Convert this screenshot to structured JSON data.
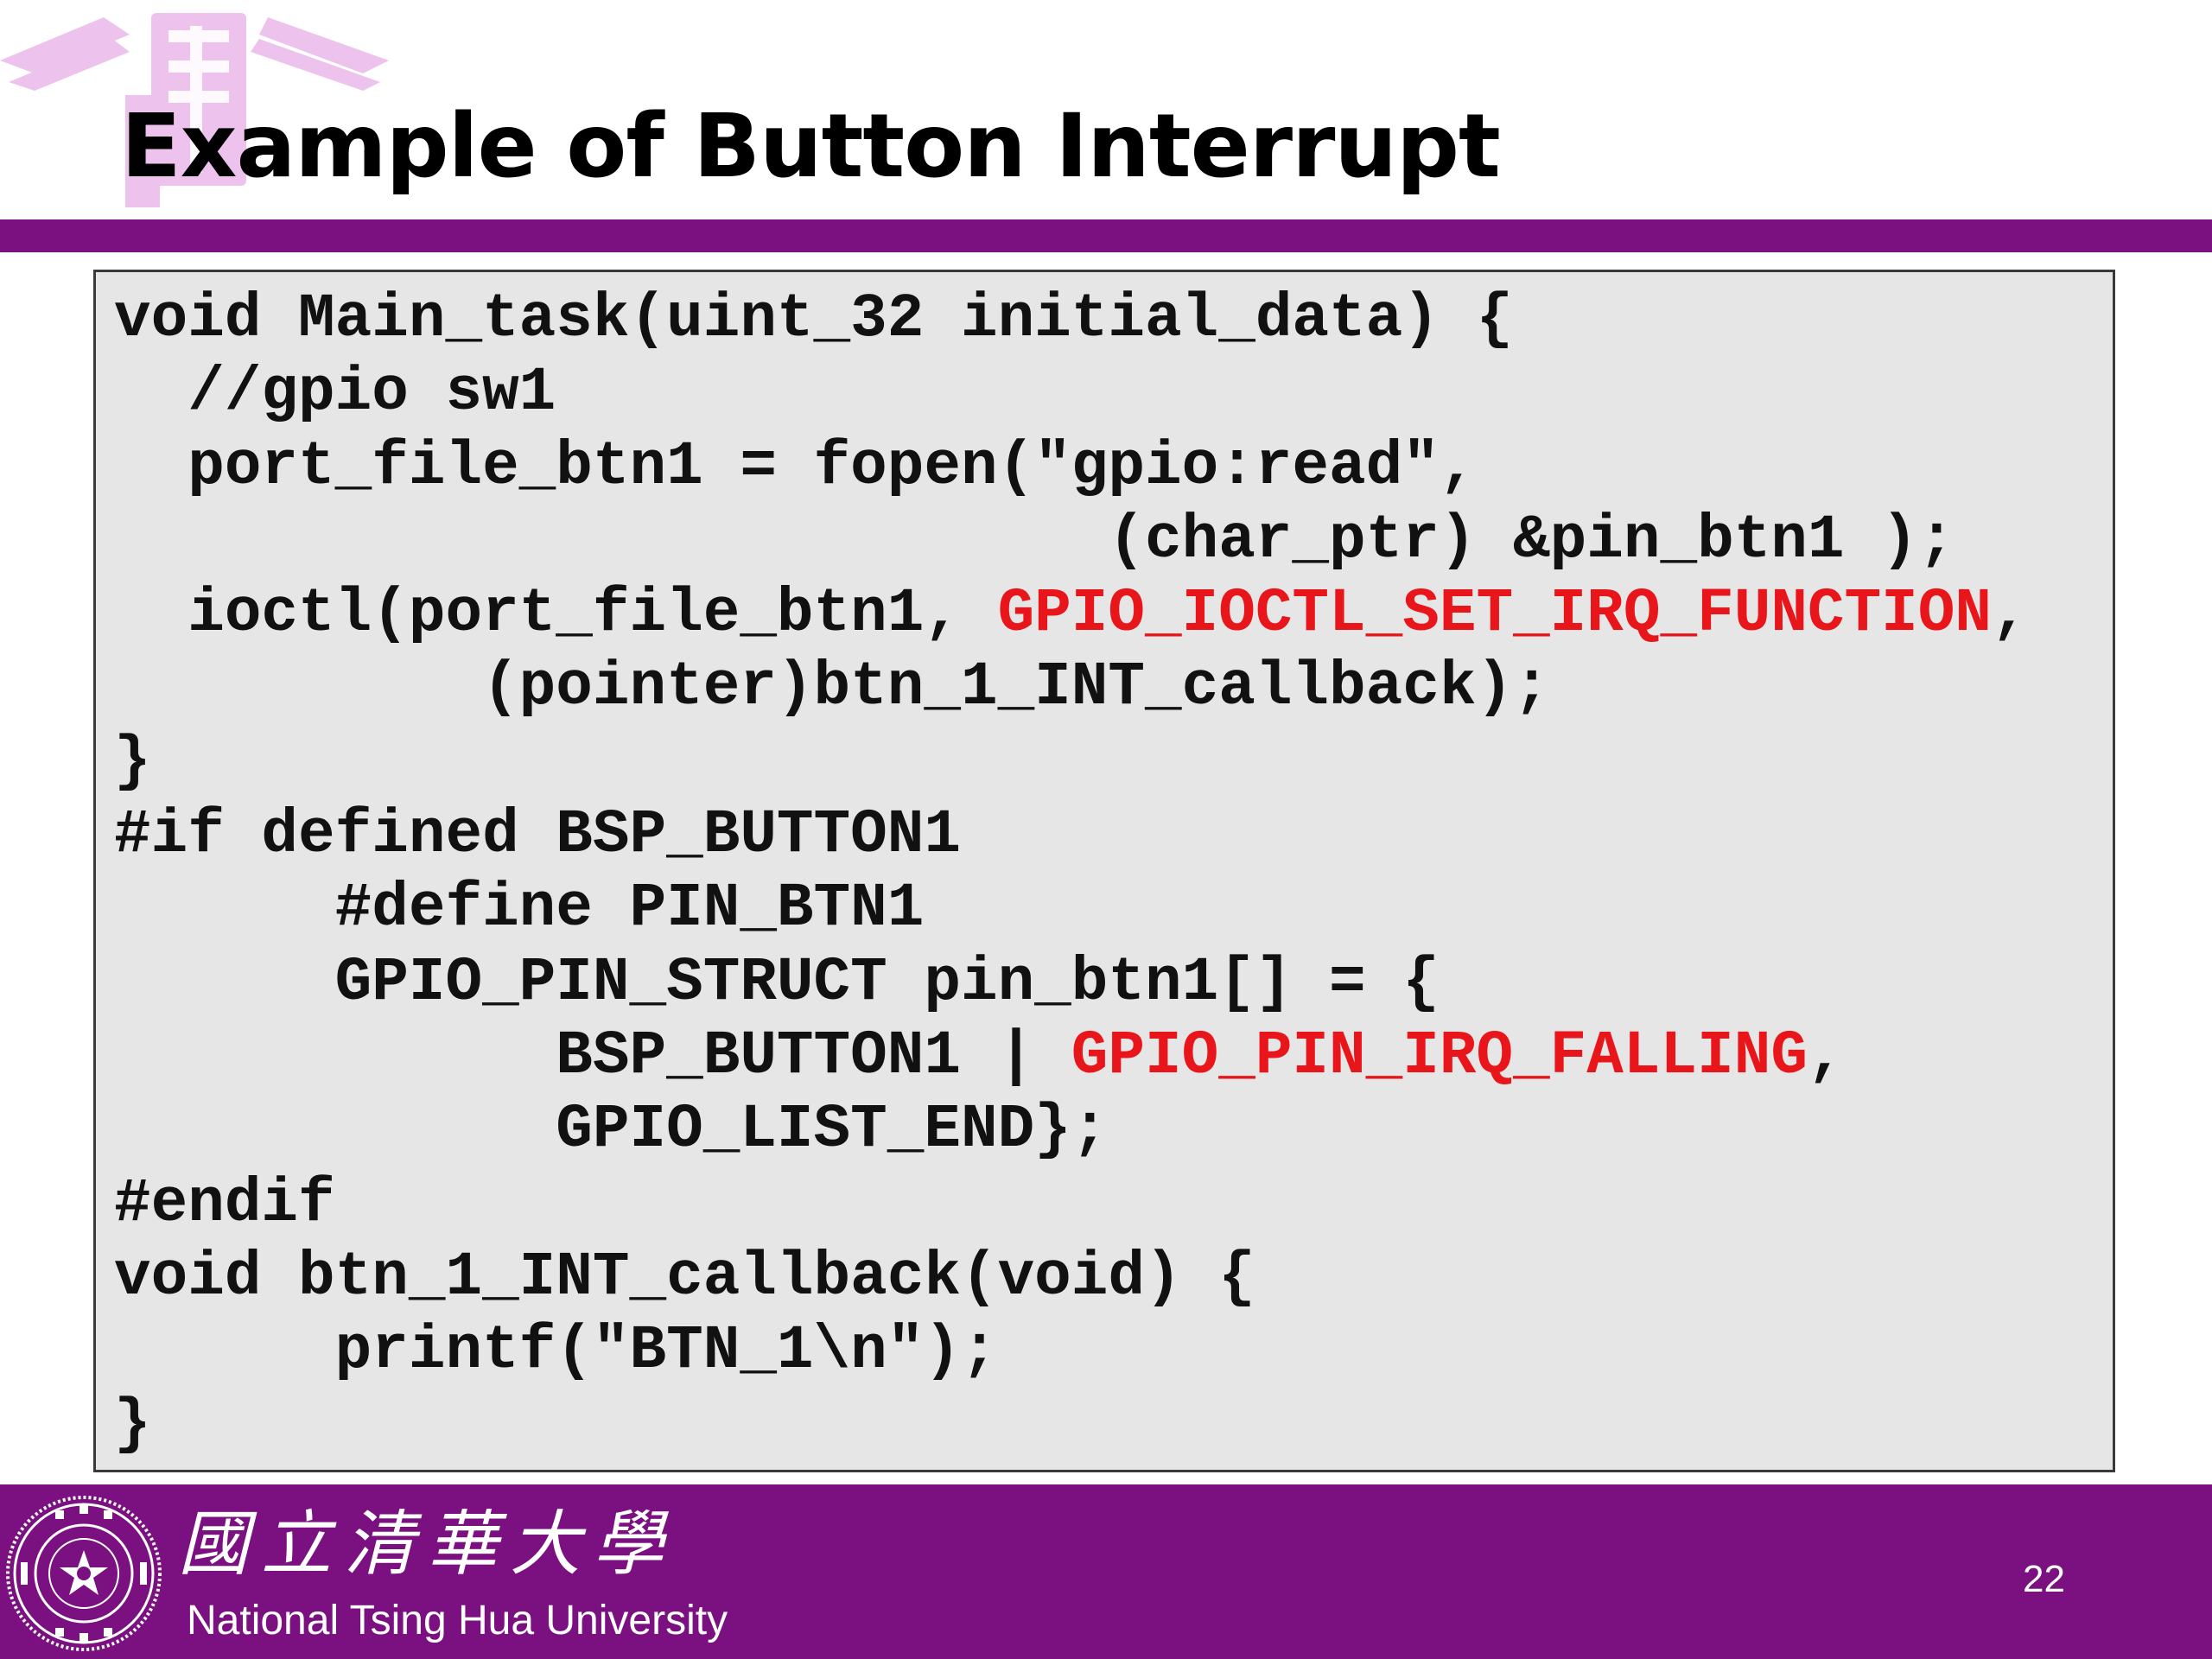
{
  "slide": {
    "title": "Example of Button Interrupt",
    "page_number": "22"
  },
  "code": {
    "lines": [
      [
        {
          "t": "void Main_task(uint_32 initial_data) {"
        }
      ],
      [
        {
          "t": "  //gpio sw1"
        }
      ],
      [
        {
          "t": "  port_file_btn1 = fopen(\"gpio:read\","
        }
      ],
      [
        {
          "t": "                           (char_ptr) &pin_btn1 );"
        }
      ],
      [
        {
          "t": "  ioctl(port_file_btn1, "
        },
        {
          "t": "GPIO_IOCTL_SET_IRQ_FUNCTION",
          "hl": true
        },
        {
          "t": ","
        }
      ],
      [
        {
          "t": "          (pointer)btn_1_INT_callback);"
        }
      ],
      [
        {
          "t": "}"
        }
      ],
      [
        {
          "t": "#if defined BSP_BUTTON1"
        }
      ],
      [
        {
          "t": "      #define PIN_BTN1"
        }
      ],
      [
        {
          "t": "      GPIO_PIN_STRUCT pin_btn1[] = {"
        }
      ],
      [
        {
          "t": "            BSP_BUTTON1 | "
        },
        {
          "t": "GPIO_PIN_IRQ_FALLING",
          "hl": true
        },
        {
          "t": ","
        }
      ],
      [
        {
          "t": "            GPIO_LIST_END};"
        }
      ],
      [
        {
          "t": "#endif"
        }
      ],
      [
        {
          "t": "void btn_1_INT_callback(void) {"
        }
      ],
      [
        {
          "t": "      printf(\"BTN_1\\n\");"
        }
      ],
      [
        {
          "t": "}"
        }
      ]
    ]
  },
  "footer": {
    "university_cn": "國立清華大學",
    "university_en": "National Tsing Hua University",
    "seal_icon": "university-seal-icon"
  },
  "colors": {
    "purple": "#7b1081",
    "highlight_red": "#e8161b",
    "code_bg": "#e6e6e6"
  }
}
